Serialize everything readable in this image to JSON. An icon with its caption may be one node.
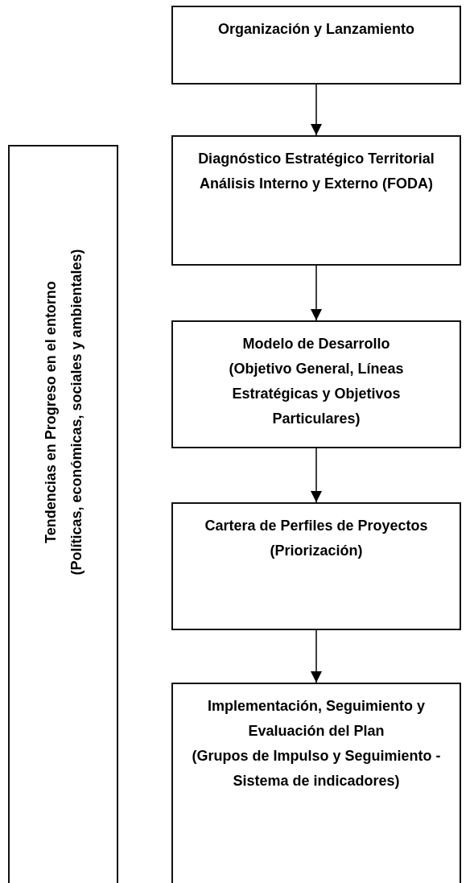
{
  "diagram": {
    "nodes": [
      {
        "text": [
          "Organización y Lanzamiento"
        ]
      },
      {
        "text": [
          "Diagnóstico Estratégico Territorial",
          "Análisis Interno y Externo (FODA)"
        ]
      },
      {
        "text": [
          "Modelo de Desarrollo",
          "(Objetivo General, Líneas Estratégicas y Objetivos Particulares)"
        ]
      },
      {
        "text": [
          "Cartera de Perfiles de Proyectos",
          "(Priorización)"
        ]
      },
      {
        "text": [
          "Implementación, Seguimiento y Evaluación del Plan",
          "(Grupos de Impulso y Seguimiento - Sistema de indicadores)"
        ]
      },
      {
        "text": [
          "Tendencias en Progreso en el entorno",
          "(Políticas, económicas, sociales y ambientales)"
        ]
      }
    ],
    "edges": [
      {
        "from": 0,
        "to": 1,
        "arrow": "to"
      },
      {
        "from": 1,
        "to": 2,
        "arrow": "to"
      },
      {
        "from": 2,
        "to": 3,
        "arrow": "to"
      },
      {
        "from": 3,
        "to": 4,
        "arrow": "to"
      }
    ]
  }
}
